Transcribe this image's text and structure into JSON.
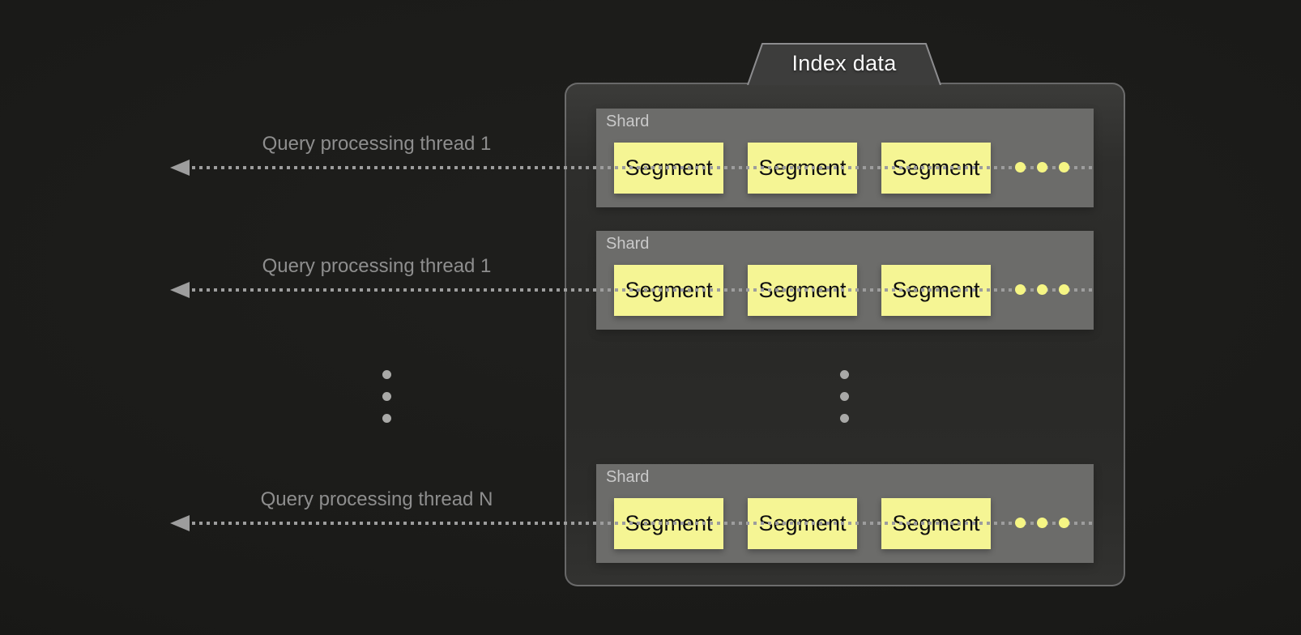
{
  "tab": {
    "label": "Index data"
  },
  "query_threads": [
    {
      "label": "Query processing thread 1"
    },
    {
      "label": "Query processing thread 1"
    },
    {
      "label": "Query processing thread N"
    }
  ],
  "shards": [
    {
      "label": "Shard",
      "segments": [
        "Segment",
        "Segment",
        "Segment"
      ]
    },
    {
      "label": "Shard",
      "segments": [
        "Segment",
        "Segment",
        "Segment"
      ]
    },
    {
      "label": "Shard",
      "segments": [
        "Segment",
        "Segment",
        "Segment"
      ]
    }
  ],
  "icons": {
    "arrowhead": "left-arrowhead",
    "more_segments": "horizontal-ellipsis-dots",
    "more_items": "vertical-ellipsis-dots"
  },
  "colors": {
    "background": "#1a1a18",
    "panel_fill": "#2c2c2a",
    "panel_border": "#8a8a8c",
    "shard_fill": "#6c6c6a",
    "segment_fill": "#f5f594",
    "accent_dot_yellow": "#f5f584",
    "arrow_gray": "#9d9d9d",
    "label_gray": "#8e8e8e",
    "shard_label_gray": "#c9c9c9",
    "tab_text": "#fafafa"
  }
}
